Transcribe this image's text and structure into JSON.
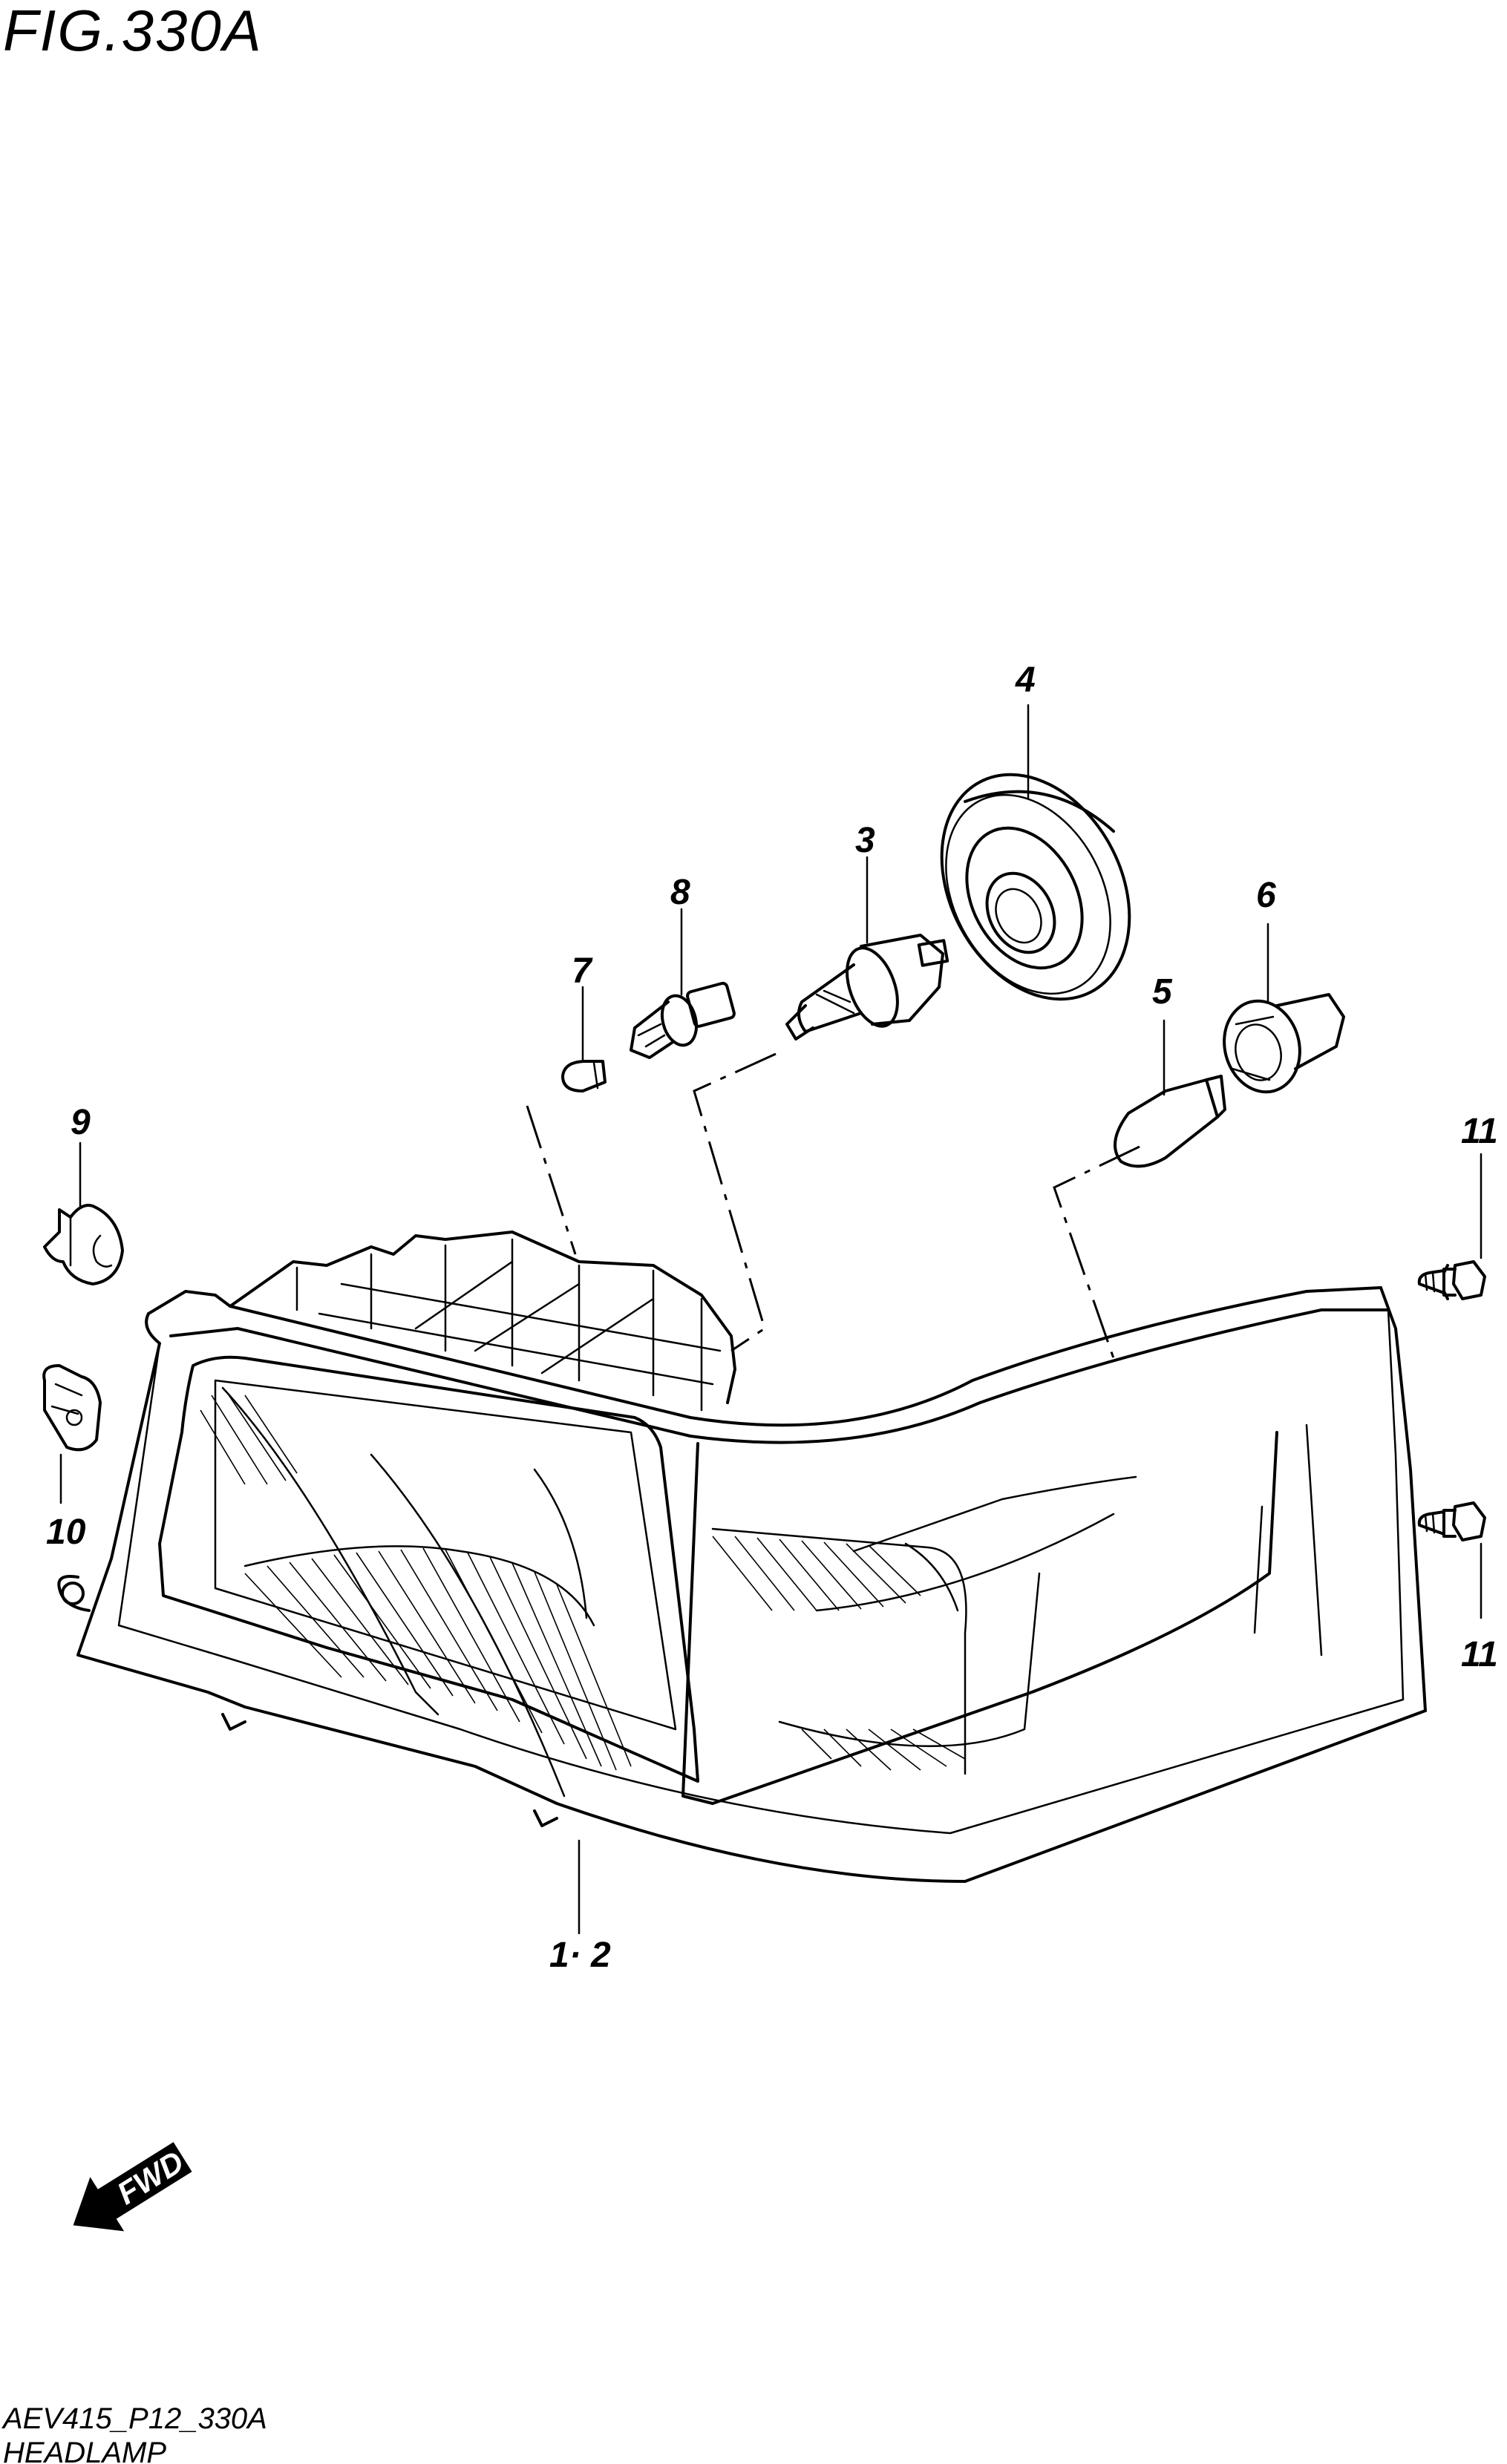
{
  "figure": {
    "title": "FIG.330A",
    "code": "AEV415_P12_330A",
    "name": "HEADLAMP"
  },
  "callouts": [
    {
      "id": "c4",
      "label": "4",
      "part": "bulb-socket-cover"
    },
    {
      "id": "c3",
      "label": "3",
      "part": "headlamp-bulb"
    },
    {
      "id": "c8",
      "label": "8",
      "part": "position-lamp-socket"
    },
    {
      "id": "c7",
      "label": "7",
      "part": "position-lamp-bulb"
    },
    {
      "id": "c6",
      "label": "6",
      "part": "turn-signal-socket"
    },
    {
      "id": "c5",
      "label": "5",
      "part": "turn-signal-bulb"
    },
    {
      "id": "c9",
      "label": "9",
      "part": "grommet"
    },
    {
      "id": "c10",
      "label": "10",
      "part": "clip"
    },
    {
      "id": "c11a",
      "label": "11",
      "part": "bolt-upper"
    },
    {
      "id": "c11b",
      "label": "11",
      "part": "bolt-lower"
    },
    {
      "id": "c12",
      "label": "1· 2",
      "part": "headlamp-assembly"
    }
  ],
  "fwd_label": "FWD",
  "icons": {
    "fwd": "fwd-arrow-icon"
  },
  "colors": {
    "ink": "#000000",
    "paper": "#ffffff"
  }
}
